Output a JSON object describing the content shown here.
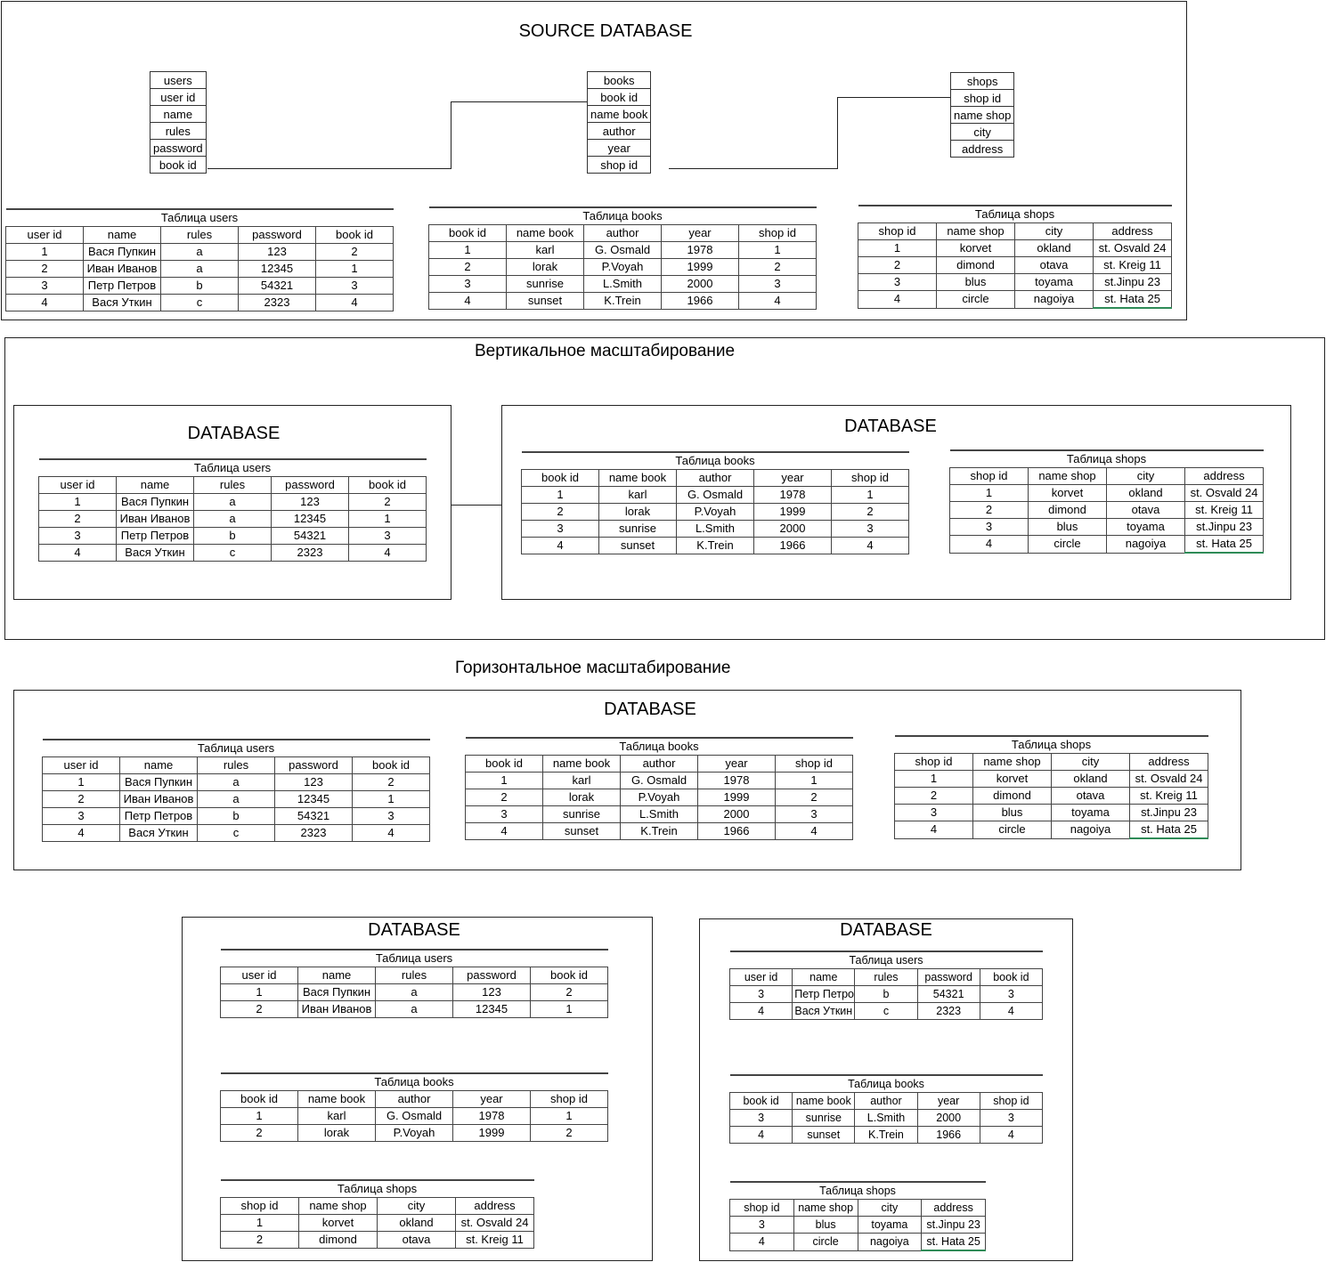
{
  "source": {
    "title": "SOURCE DATABASE",
    "schemas": {
      "users": [
        "users",
        "user id",
        "name",
        "rules",
        "password",
        "book id"
      ],
      "books": [
        "books",
        "book id",
        "name book",
        "author",
        "year",
        "shop id"
      ],
      "shops": [
        "shops",
        "shop id",
        "name shop",
        "city",
        "address"
      ]
    }
  },
  "vertical": {
    "title": "Вертикальное масштабирование",
    "db_left": "DATABASE",
    "db_right": "DATABASE"
  },
  "horizontal": {
    "title": "Горизонтальное масштабирование",
    "db_main": "DATABASE",
    "db_shard1": "DATABASE",
    "db_shard2": "DATABASE"
  },
  "tables": {
    "users": {
      "caption": "Таблица users",
      "columns": [
        "user id",
        "name",
        "rules",
        "password",
        "book id"
      ],
      "rows": [
        [
          "1",
          "Вася Пупкин",
          "a",
          "123",
          "2"
        ],
        [
          "2",
          "Иван Иванов",
          "a",
          "12345",
          "1"
        ],
        [
          "3",
          "Петр Петров",
          "b",
          "54321",
          "3"
        ],
        [
          "4",
          "Вася Уткин",
          "c",
          "2323",
          "4"
        ]
      ]
    },
    "books": {
      "caption": "Таблица books",
      "columns": [
        "book id",
        "name book",
        "author",
        "year",
        "shop id"
      ],
      "rows": [
        [
          "1",
          "karl",
          "G. Osmald",
          "1978",
          "1"
        ],
        [
          "2",
          "lorak",
          "P.Voyah",
          "1999",
          "2"
        ],
        [
          "3",
          "sunrise",
          "L.Smith",
          "2000",
          "3"
        ],
        [
          "4",
          "sunset",
          "K.Trein",
          "1966",
          "4"
        ]
      ]
    },
    "shops": {
      "caption": "Таблица shops",
      "columns": [
        "shop id",
        "name shop",
        "city",
        "address"
      ],
      "rows": [
        [
          "1",
          "korvet",
          "okland",
          "st. Osvald 24"
        ],
        [
          "2",
          "dimond",
          "otava",
          "st. Kreig 11"
        ],
        [
          "3",
          "blus",
          "toyama",
          "st.Jinpu 23"
        ],
        [
          "4",
          "circle",
          "nagoiya",
          "st. Hata 25"
        ]
      ]
    }
  },
  "colors": {
    "border": "#222222",
    "highlight": "#2e8b57"
  }
}
